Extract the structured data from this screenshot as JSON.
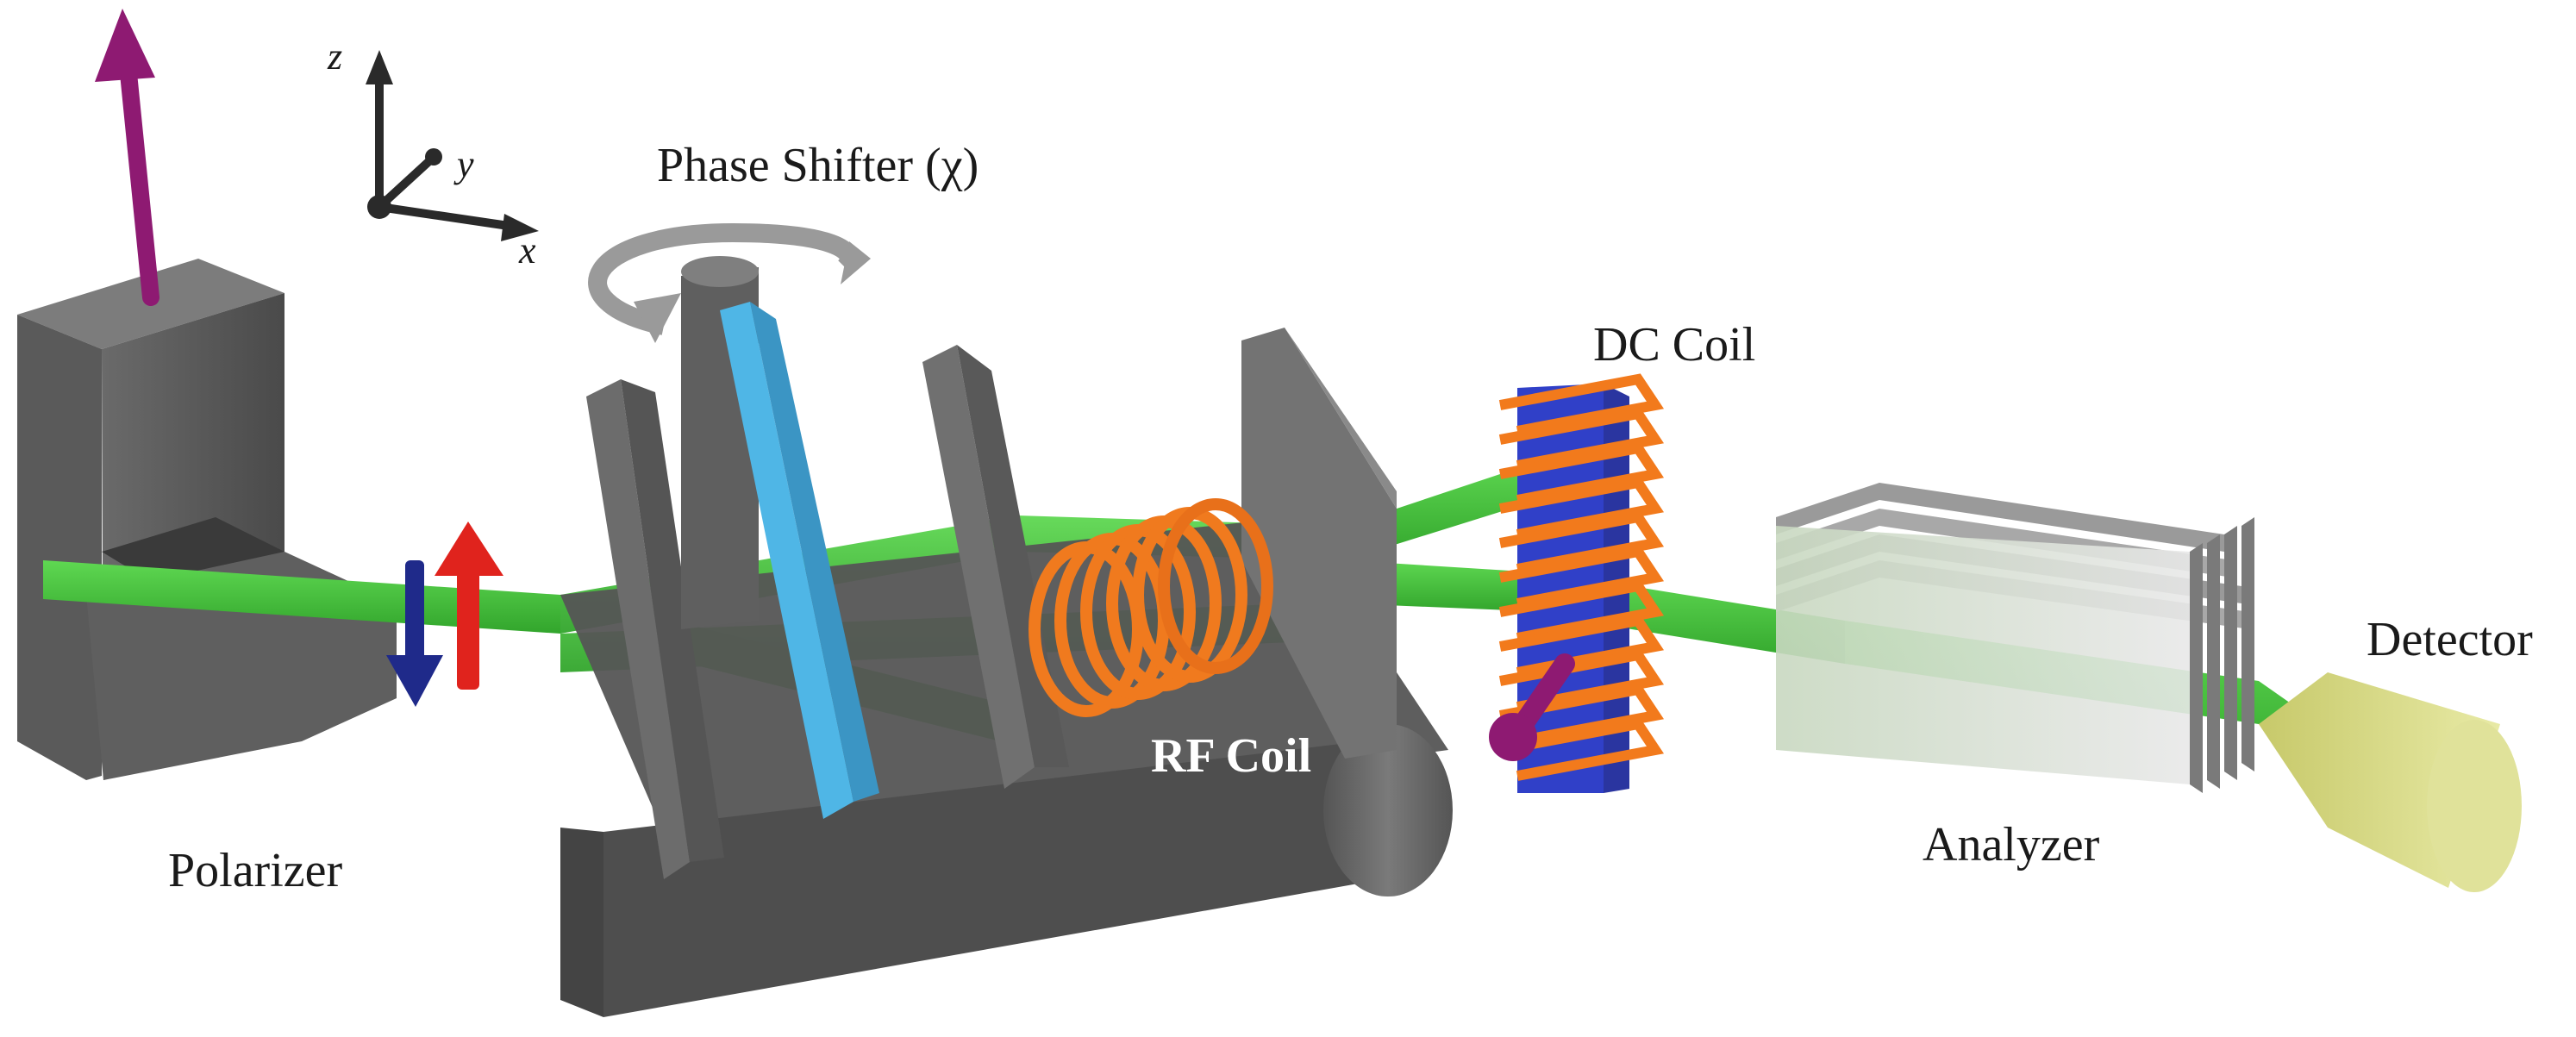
{
  "labels": {
    "polarizer": "Polarizer",
    "phase_shifter": "Phase Shifter (χ)",
    "rf_coil": "RF Coil",
    "dc_coil": "DC Coil",
    "analyzer": "Analyzer",
    "detector": "Detector"
  },
  "axes": {
    "x": "x",
    "y": "y",
    "z": "z"
  },
  "colors": {
    "beam": "#43c43a",
    "body_gray": "#686868",
    "phase_plate": "#4fb6e6",
    "rf_coil": "#f07a1e",
    "dc_coil_frame": "#f27a1c",
    "dc_coil_core": "#3040c8",
    "spin_up": "#e0231d",
    "spin_down": "#1f2a8a",
    "polarization_arrow": "#8e1a72",
    "detector": "#d9dc8a",
    "analyzer_plates": "#d0d0d0"
  }
}
